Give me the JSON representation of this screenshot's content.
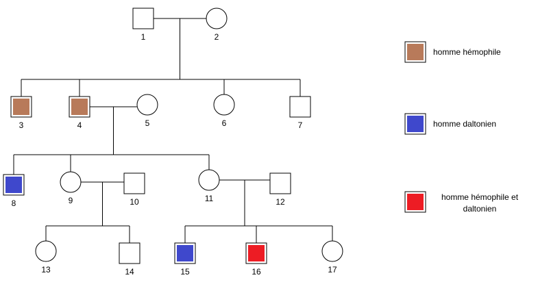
{
  "colors": {
    "line": "#000000",
    "unaffected": "#ffffff",
    "hemophilia": "#b87a5a",
    "colorblind": "#3f48cc",
    "both": "#ed1c24"
  },
  "individuals": [
    {
      "id": "1",
      "sex": "male",
      "status": "unaffected"
    },
    {
      "id": "2",
      "sex": "female",
      "status": "unaffected"
    },
    {
      "id": "3",
      "sex": "male",
      "status": "hemophilia"
    },
    {
      "id": "4",
      "sex": "male",
      "status": "hemophilia"
    },
    {
      "id": "5",
      "sex": "female",
      "status": "unaffected"
    },
    {
      "id": "6",
      "sex": "female",
      "status": "unaffected"
    },
    {
      "id": "7",
      "sex": "male",
      "status": "unaffected"
    },
    {
      "id": "8",
      "sex": "male",
      "status": "colorblind"
    },
    {
      "id": "9",
      "sex": "female",
      "status": "unaffected"
    },
    {
      "id": "10",
      "sex": "male",
      "status": "unaffected"
    },
    {
      "id": "11",
      "sex": "female",
      "status": "unaffected"
    },
    {
      "id": "12",
      "sex": "male",
      "status": "unaffected"
    },
    {
      "id": "13",
      "sex": "female",
      "status": "unaffected"
    },
    {
      "id": "14",
      "sex": "male",
      "status": "unaffected"
    },
    {
      "id": "15",
      "sex": "male",
      "status": "colorblind"
    },
    {
      "id": "16",
      "sex": "male",
      "status": "both"
    },
    {
      "id": "17",
      "sex": "female",
      "status": "unaffected"
    }
  ],
  "couples": [
    {
      "partners": [
        "1",
        "2"
      ],
      "children": [
        "3",
        "4",
        "6",
        "7"
      ]
    },
    {
      "partners": [
        "4",
        "5"
      ],
      "children": [
        "8",
        "9",
        "11"
      ]
    },
    {
      "partners": [
        "9",
        "10"
      ],
      "children": [
        "13",
        "14"
      ]
    },
    {
      "partners": [
        "11",
        "12"
      ],
      "children": [
        "15",
        "16",
        "17"
      ]
    }
  ],
  "legend": [
    {
      "status": "hemophilia",
      "lines": [
        "homme hémophile"
      ]
    },
    {
      "status": "colorblind",
      "lines": [
        "homme daltonien"
      ]
    },
    {
      "status": "both",
      "lines": [
        "homme hémophile et",
        "daltonien"
      ]
    }
  ]
}
